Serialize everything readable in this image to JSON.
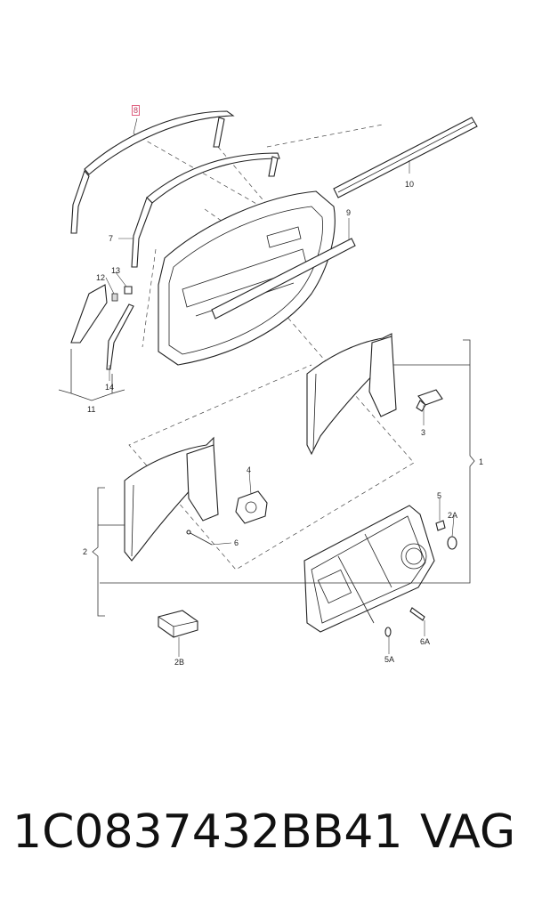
{
  "callouts": {
    "c1": "1",
    "c2": "2",
    "c2A": "2A",
    "c2B": "2B",
    "c3": "3",
    "c4": "4",
    "c5": "5",
    "c5A": "5A",
    "c6": "6",
    "c6A": "6A",
    "c7": "7",
    "c8": "8",
    "c9": "9",
    "c10": "10",
    "c11": "11",
    "c12": "12",
    "c13": "13",
    "c14": "14"
  },
  "caption": {
    "part_number": "1C0837432BB41",
    "brand": "VAG"
  },
  "colors": {
    "highlight_box": "#e06080"
  }
}
